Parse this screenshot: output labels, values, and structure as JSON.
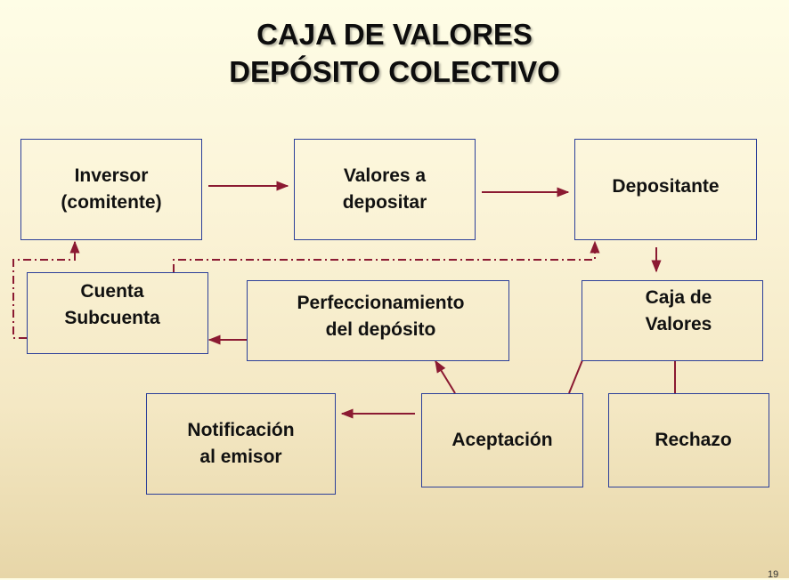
{
  "title": {
    "line1": "CAJA DE VALORES",
    "line2": "DEPÓSITO COLECTIVO"
  },
  "boxes": {
    "inversor": "Inversor\n(comitente)",
    "valores_depositar": "Valores a\ndepositar",
    "depositante": "Depositante",
    "cuenta": "Cuenta\nSubcuenta",
    "perfeccionamiento": "Perfeccionamiento\ndel depósito",
    "caja_valores": "Caja de\nValores",
    "notificacion": "Notificación\nal emisor",
    "aceptacion": "Aceptación",
    "rechazo": "Rechazo"
  },
  "page_number": "19",
  "colors": {
    "box_border": "#2c3f99",
    "arrow": "#8b1a32"
  }
}
